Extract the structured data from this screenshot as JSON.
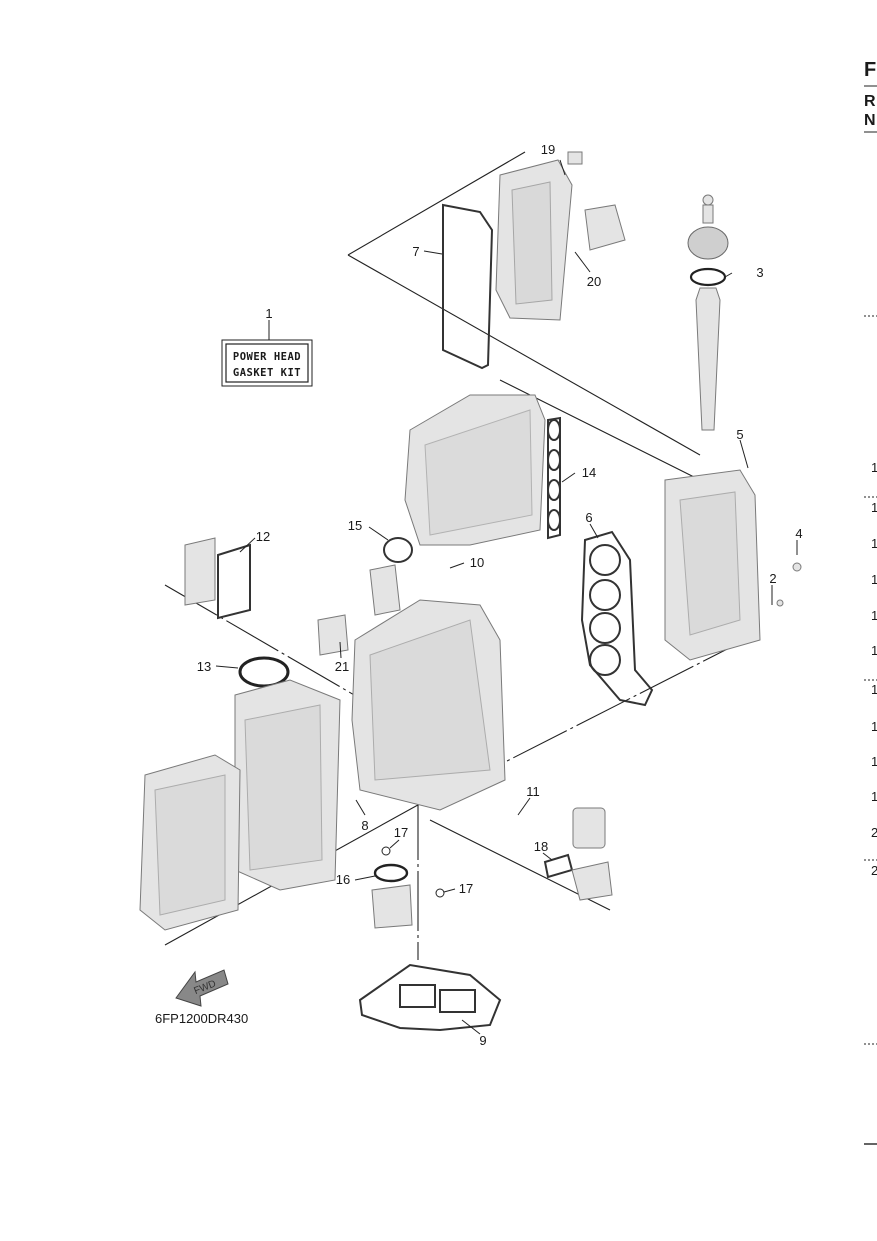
{
  "kit_label": {
    "line1": "POWER HEAD",
    "line2": "GASKET KIT"
  },
  "diagram_code": "6FP1200DR430",
  "fwd_label": "FWD",
  "callouts": {
    "c1": "1",
    "c2": "2",
    "c3": "3",
    "c4": "4",
    "c5": "5",
    "c6": "6",
    "c7": "7",
    "c8": "8",
    "c9": "9",
    "c10": "10",
    "c11": "11",
    "c12": "12",
    "c13": "13",
    "c14": "14",
    "c15": "15",
    "c16": "16",
    "c17a": "17",
    "c17b": "17",
    "c18": "18",
    "c19": "19",
    "c20": "20",
    "c21": "21"
  },
  "right_edge": {
    "header_f": "F",
    "header_r": "R",
    "header_n": "N",
    "row_fragments": [
      "1",
      "1",
      "1",
      "1",
      "1",
      "1",
      "1",
      "1",
      "1",
      "1",
      "2",
      "2"
    ]
  },
  "colors": {
    "ink": "#1a1a1a",
    "part_fill": "#e4e4e4",
    "page": "#ffffff"
  }
}
